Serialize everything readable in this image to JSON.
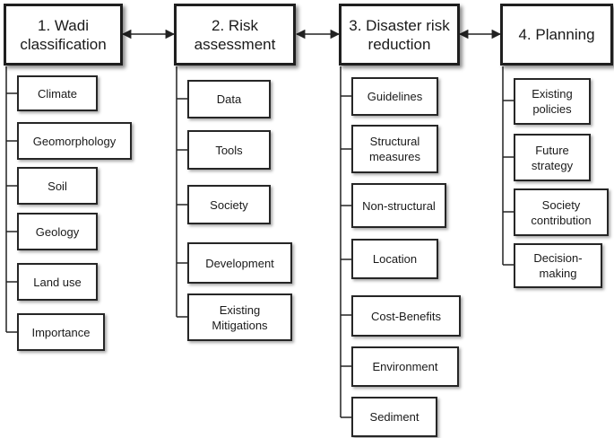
{
  "columns": [
    {
      "title": "1. Wadi classification",
      "items": [
        "Climate",
        "Geomorphology",
        "Soil",
        "Geology",
        "Land use",
        "Importance"
      ]
    },
    {
      "title": "2. Risk assessment",
      "items": [
        "Data",
        "Tools",
        "Society",
        "Development",
        "Existing Mitigations"
      ]
    },
    {
      "title": "3. Disaster risk reduction",
      "items": [
        "Guidelines",
        "Structural measures",
        "Non-structural",
        "Location",
        "Cost-Benefits",
        "Environment",
        "Sediment"
      ]
    },
    {
      "title": "4. Planning",
      "items": [
        "Existing policies",
        "Future strategy",
        "Society contribution",
        "Decision-making"
      ]
    }
  ],
  "colors": {
    "line": "#222222",
    "border": "#1f1f1f"
  }
}
